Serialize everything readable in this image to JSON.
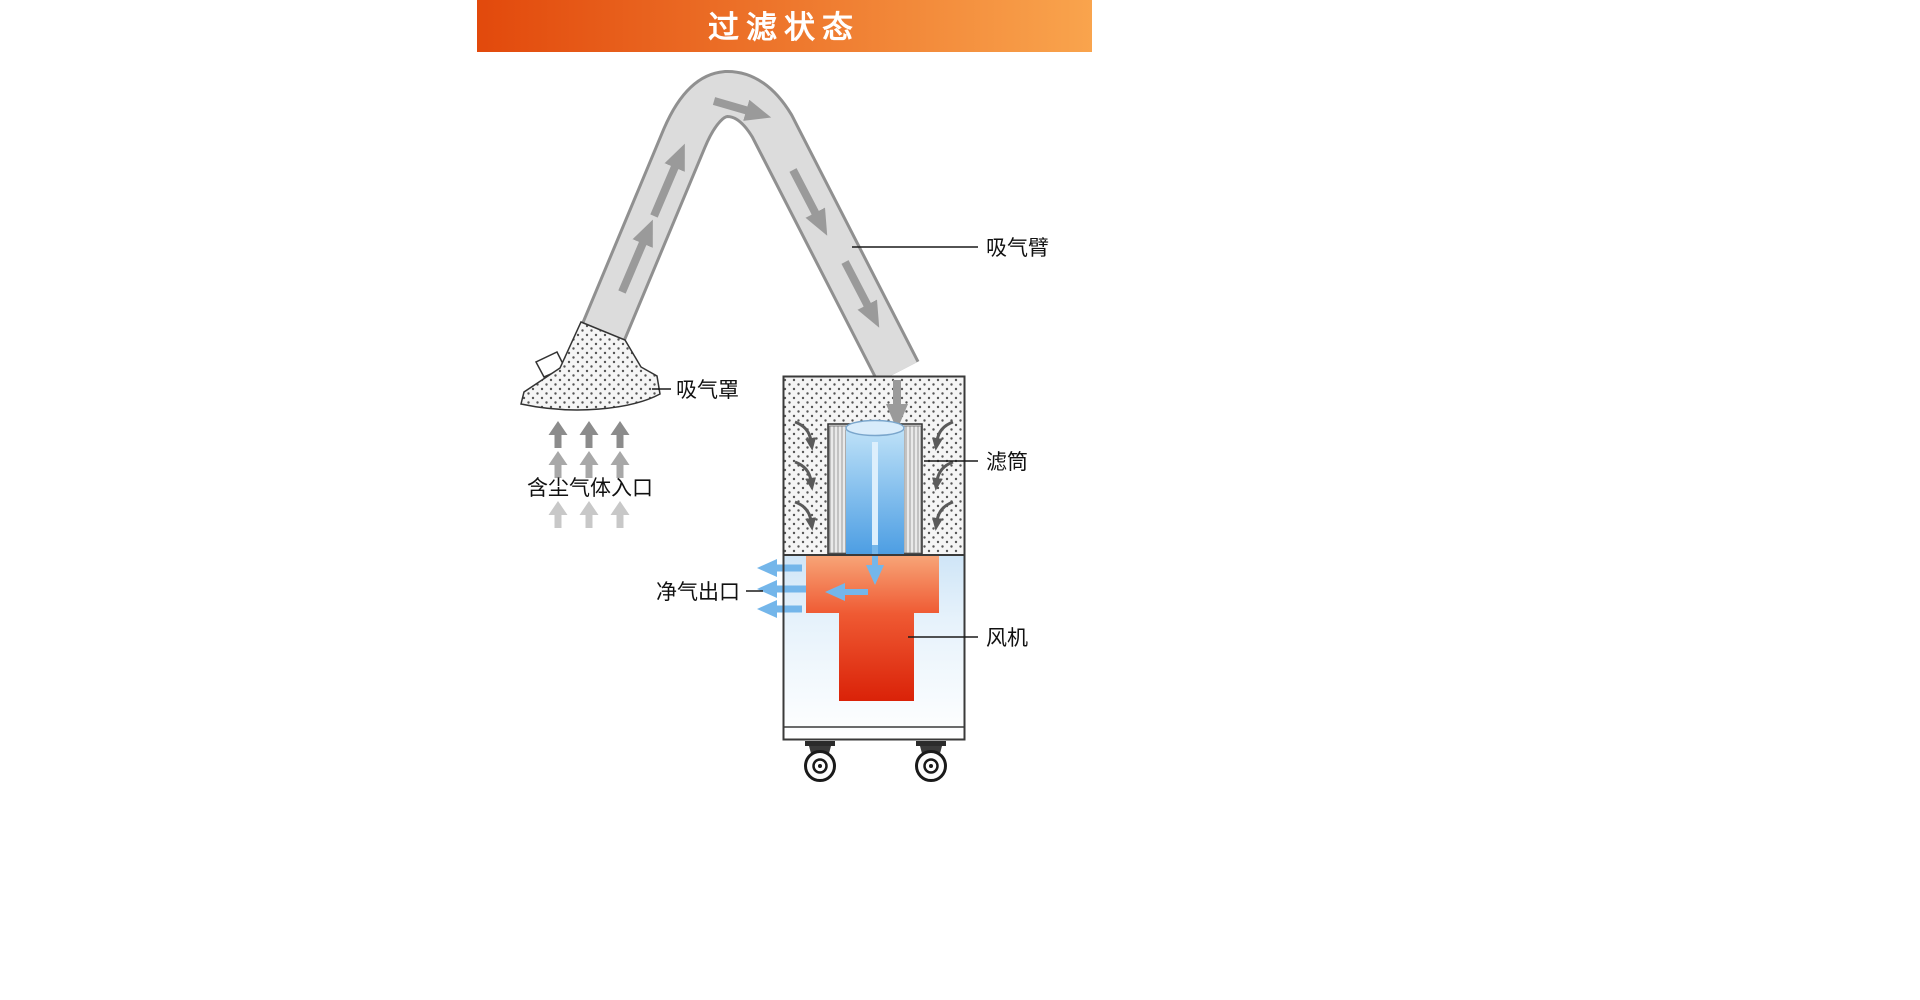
{
  "banner": {
    "title": "过滤状态",
    "gradient_start": "#e2490c",
    "gradient_end": "#f9a44d"
  },
  "labels": {
    "suction_arm": "吸气臂",
    "suction_hood": "吸气罩",
    "dusty_gas_inlet": "含尘气体入口",
    "filter_cartridge": "滤筒",
    "clean_air_outlet": "净气出口",
    "fan": "风机"
  },
  "colors": {
    "arm_gray": "#dcdcdc",
    "arm_outline": "#909090",
    "flow_arrow_gray": "#9a9a9a",
    "filter_blue_top": "#bfe2f8",
    "filter_blue_bottom": "#4d9ee3",
    "fan_red_top": "#f7a477",
    "fan_red_bottom": "#da2208",
    "clean_air_blue": "#74b6ea",
    "text_black": "#1a1a1a"
  }
}
